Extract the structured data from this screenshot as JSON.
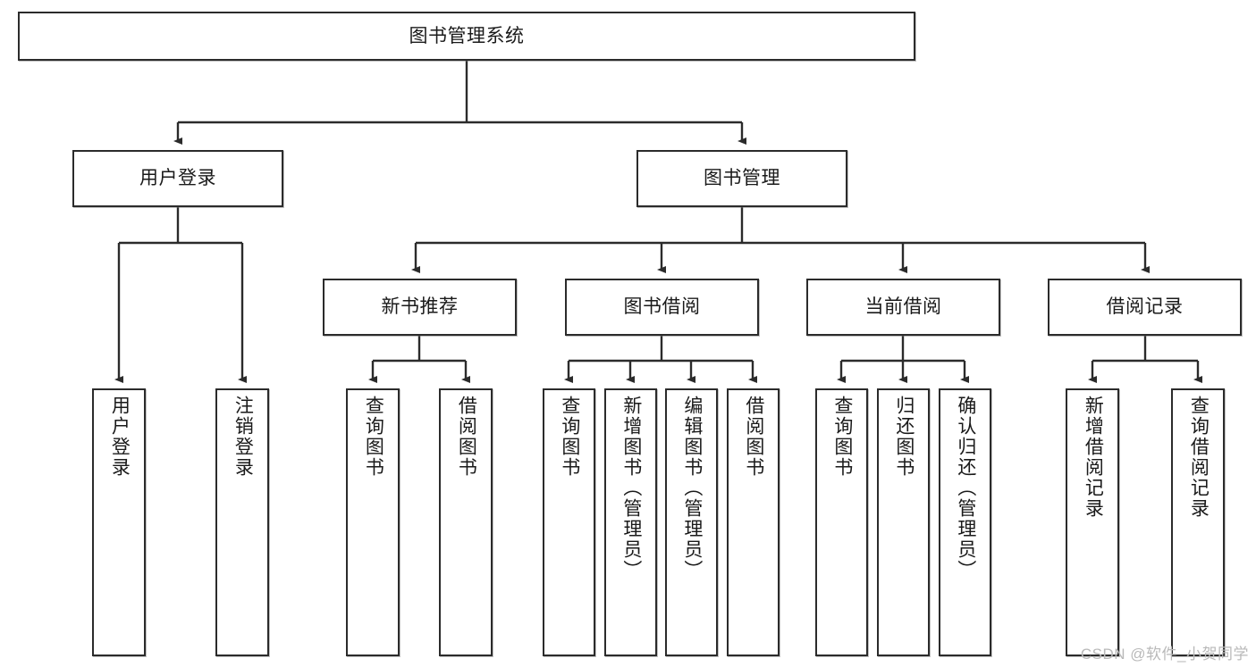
{
  "diagram": {
    "title": "图书管理系统",
    "type": "tree",
    "orientation": "top-down",
    "colors": {
      "node_border": "#2b2b2b",
      "node_fill": "#ffffff",
      "edge": "#2b2b2b",
      "text": "#1a1a1a",
      "watermark": "#b9b9b9"
    },
    "root": {
      "id": "root",
      "label": "图书管理系统",
      "text_direction": "horizontal"
    },
    "level2": [
      {
        "id": "user-login",
        "label": "用户登录",
        "text_direction": "horizontal"
      },
      {
        "id": "book-manage",
        "label": "图书管理",
        "text_direction": "horizontal"
      }
    ],
    "level3": [
      {
        "id": "new-book-recommend",
        "label": "新书推荐",
        "parent": "book-manage",
        "text_direction": "horizontal"
      },
      {
        "id": "book-borrow",
        "label": "图书借阅",
        "parent": "book-manage",
        "text_direction": "horizontal"
      },
      {
        "id": "current-borrow",
        "label": "当前借阅",
        "parent": "book-manage",
        "text_direction": "horizontal"
      },
      {
        "id": "borrow-record",
        "label": "借阅记录",
        "parent": "book-manage",
        "text_direction": "horizontal"
      }
    ],
    "leaves": [
      {
        "id": "leaf-user-login",
        "label": "用户登录",
        "parent": "user-login",
        "text_direction": "vertical"
      },
      {
        "id": "leaf-user-logout",
        "label": "注销登录",
        "parent": "user-login",
        "text_direction": "vertical"
      },
      {
        "id": "leaf-query-book-1",
        "label": "查询图书",
        "parent": "new-book-recommend",
        "text_direction": "vertical"
      },
      {
        "id": "leaf-borrow-book-1",
        "label": "借阅图书",
        "parent": "new-book-recommend",
        "text_direction": "vertical"
      },
      {
        "id": "leaf-query-book-2",
        "label": "查询图书",
        "parent": "book-borrow",
        "text_direction": "vertical"
      },
      {
        "id": "leaf-add-book",
        "label": "新增图书（管理员）",
        "parent": "book-borrow",
        "text_direction": "vertical"
      },
      {
        "id": "leaf-edit-book",
        "label": "编辑图书（管理员）",
        "parent": "book-borrow",
        "text_direction": "vertical"
      },
      {
        "id": "leaf-borrow-book-2",
        "label": "借阅图书",
        "parent": "book-borrow",
        "text_direction": "vertical"
      },
      {
        "id": "leaf-query-book-3",
        "label": "查询图书",
        "parent": "current-borrow",
        "text_direction": "vertical"
      },
      {
        "id": "leaf-return-book",
        "label": "归还图书",
        "parent": "current-borrow",
        "text_direction": "vertical"
      },
      {
        "id": "leaf-confirm-return",
        "label": "确认归还（管理员）",
        "parent": "current-borrow",
        "text_direction": "vertical"
      },
      {
        "id": "leaf-add-record",
        "label": "新增借阅记录",
        "parent": "borrow-record",
        "text_direction": "vertical"
      },
      {
        "id": "leaf-query-record",
        "label": "查询借阅记录",
        "parent": "borrow-record",
        "text_direction": "vertical"
      }
    ],
    "watermark": "CSDN @软件_小贺同学"
  }
}
